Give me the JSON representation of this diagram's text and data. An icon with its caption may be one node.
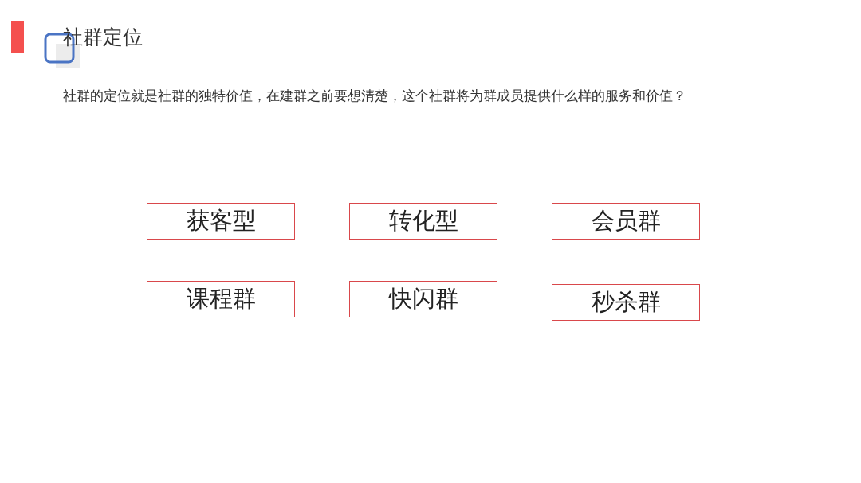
{
  "diagram": {
    "title": "社群定位",
    "nodes": [
      {
        "text": [
          "获客型"
        ]
      },
      {
        "text": [
          "转化型"
        ]
      },
      {
        "text": [
          "会员群"
        ]
      },
      {
        "text": [
          "课程群"
        ]
      },
      {
        "text": [
          "快闪群"
        ]
      },
      {
        "text": [
          "秒杀群"
        ]
      }
    ],
    "labels": [
      "社群的定位就是社群的独特价值，在建群之前要想清楚，这个社群将为群成员提供什么样的服务和价值？"
    ]
  }
}
